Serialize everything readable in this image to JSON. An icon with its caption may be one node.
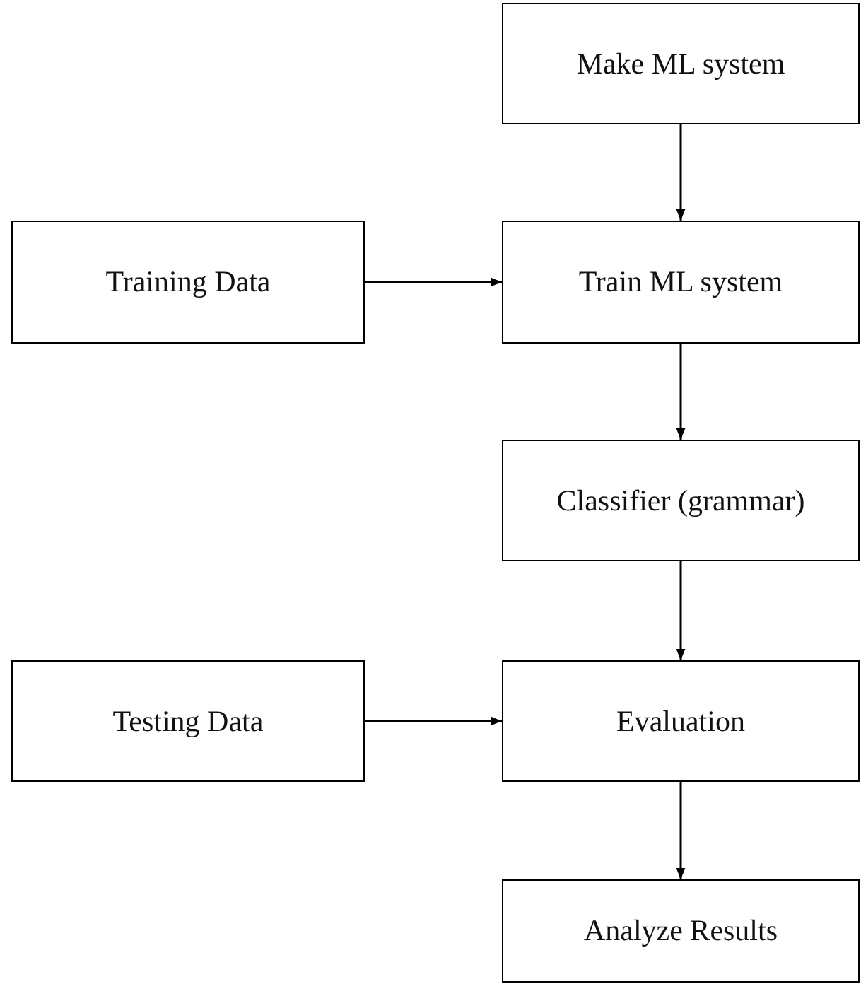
{
  "diagram": {
    "nodes": [
      {
        "text": [
          "Make ML system"
        ]
      },
      {
        "text": [
          "Training Data"
        ]
      },
      {
        "text": [
          "Train ML system"
        ]
      },
      {
        "text": [
          "Classifier (grammar)"
        ]
      },
      {
        "text": [
          "Testing Data"
        ]
      },
      {
        "text": [
          "Evaluation"
        ]
      },
      {
        "text": [
          "Analyze Results"
        ]
      }
    ],
    "edges": [
      {
        "from": 0,
        "to": 2,
        "arrow": "to"
      },
      {
        "from": 1,
        "to": 2,
        "arrow": "to"
      },
      {
        "from": 2,
        "to": 3,
        "arrow": "to"
      },
      {
        "from": 3,
        "to": 5,
        "arrow": "to"
      },
      {
        "from": 4,
        "to": 5,
        "arrow": "to"
      },
      {
        "from": 5,
        "to": 6,
        "arrow": "to"
      }
    ]
  }
}
